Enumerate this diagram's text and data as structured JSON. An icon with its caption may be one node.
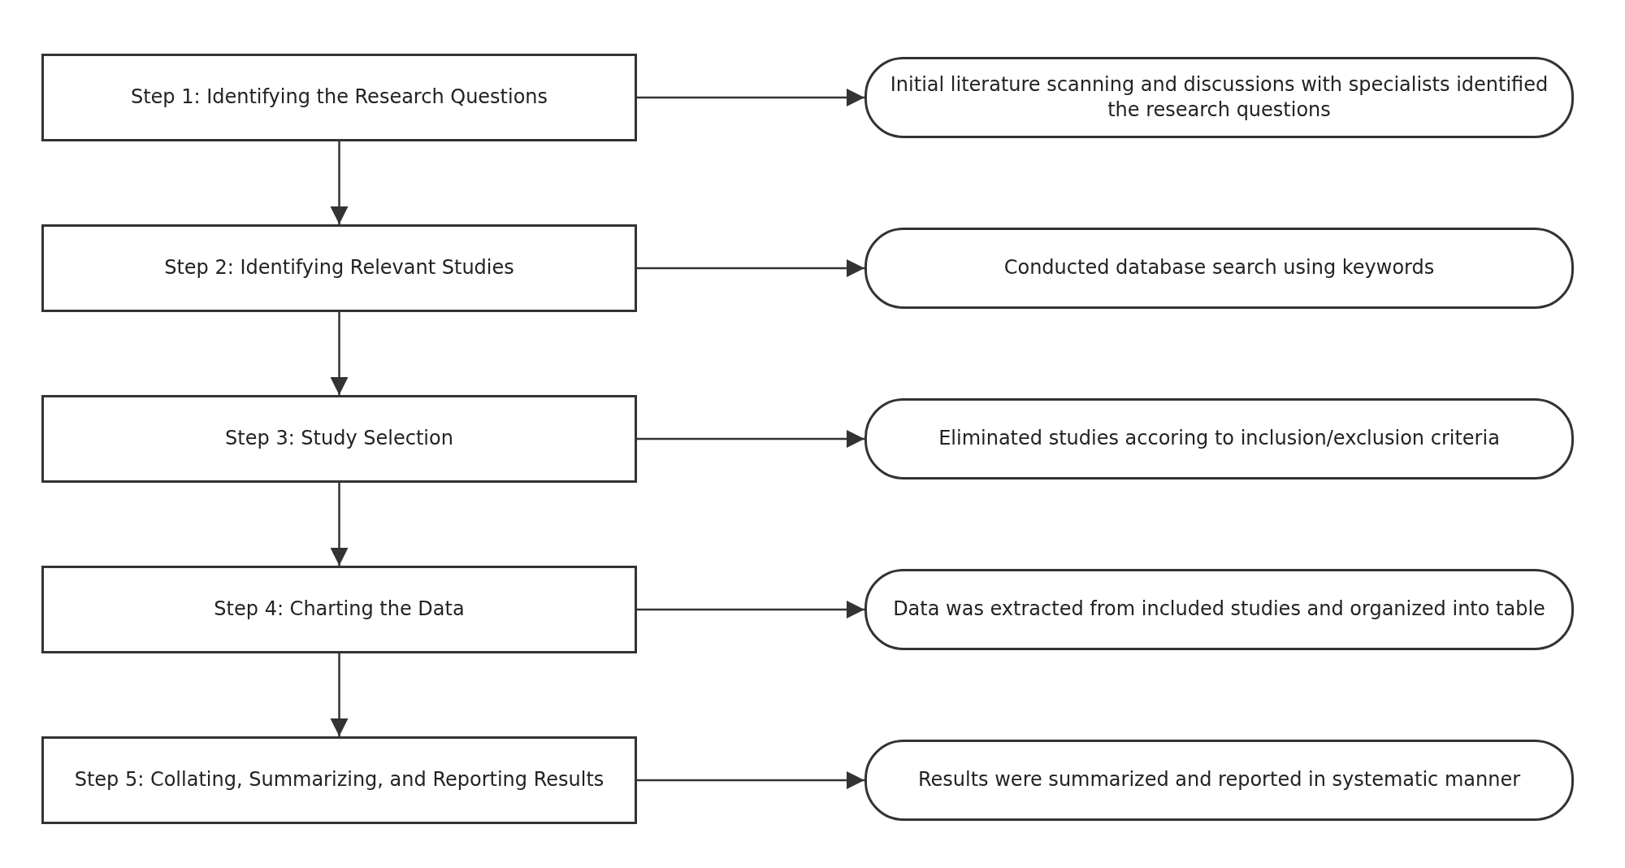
{
  "diagram": {
    "nodes": [
      {
        "text": [
          "Step 1: Identifying the Research Questions"
        ]
      },
      {
        "text": [
          "Initial literature scanning and discussions with specialists identified the research questions"
        ]
      },
      {
        "text": [
          "Step 2: Identifying Relevant Studies"
        ]
      },
      {
        "text": [
          "Conducted database search using keywords"
        ]
      },
      {
        "text": [
          "Step 3: Study Selection"
        ]
      },
      {
        "text": [
          "Eliminated studies accoring to inclusion/exclusion criteria"
        ]
      },
      {
        "text": [
          "Step 4: Charting the Data"
        ]
      },
      {
        "text": [
          "Data was extracted from included studies and organized into table"
        ]
      },
      {
        "text": [
          "Step 5: Collating, Summarizing, and Reporting Results"
        ]
      },
      {
        "text": [
          "Results were summarized and reported in systematic manner"
        ]
      }
    ],
    "edges": [
      {
        "from": 0,
        "to": 1,
        "arrow": "to"
      },
      {
        "from": 0,
        "to": 2,
        "arrow": "to"
      },
      {
        "from": 2,
        "to": 3,
        "arrow": "to"
      },
      {
        "from": 2,
        "to": 4,
        "arrow": "to"
      },
      {
        "from": 4,
        "to": 5,
        "arrow": "to"
      },
      {
        "from": 4,
        "to": 6,
        "arrow": "to"
      },
      {
        "from": 6,
        "to": 7,
        "arrow": "to"
      },
      {
        "from": 6,
        "to": 8,
        "arrow": "to"
      },
      {
        "from": 8,
        "to": 9,
        "arrow": "to"
      }
    ]
  }
}
